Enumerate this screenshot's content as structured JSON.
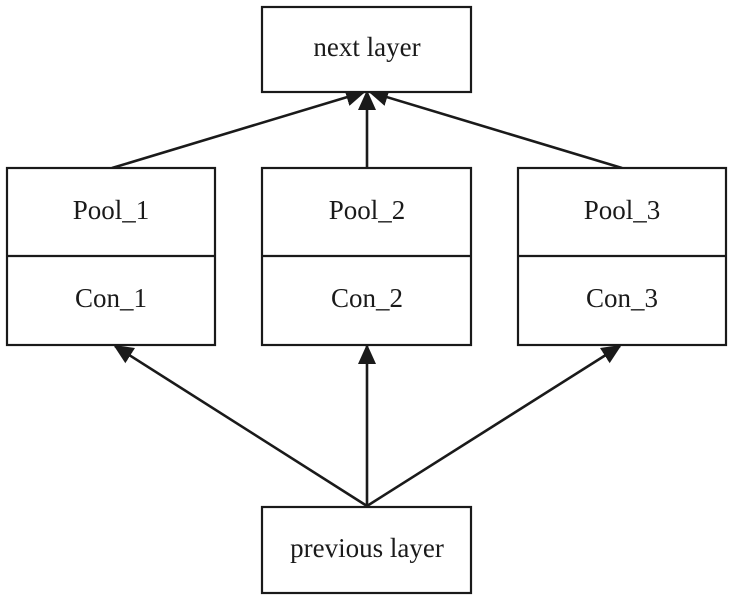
{
  "diagram": {
    "next_layer": "next layer",
    "previous_layer": "previous layer",
    "branches": [
      {
        "pool": "Pool_1",
        "conv": "Con_1"
      },
      {
        "pool": "Pool_2",
        "conv": "Con_2"
      },
      {
        "pool": "Pool_3",
        "conv": "Con_3"
      }
    ]
  }
}
